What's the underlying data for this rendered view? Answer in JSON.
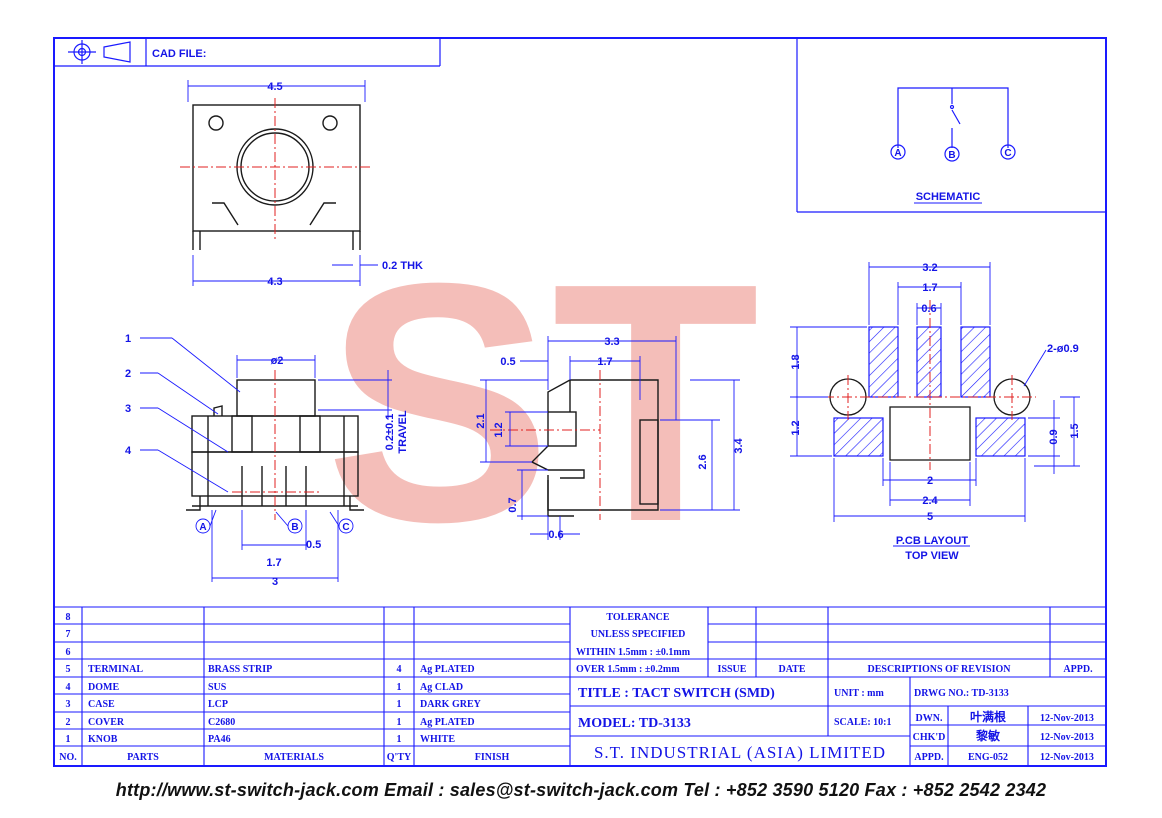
{
  "header": {
    "cad_file_label": "CAD FILE:"
  },
  "dimensions_top": {
    "width_top": "4.5",
    "width_bottom": "4.3",
    "thickness": "0.2 THK"
  },
  "dimensions_side": {
    "knob_dia": "ø2",
    "travel_value": "0.2±0.1",
    "travel_label": "TRAVEL",
    "pin_pitch": "1.7",
    "pin_offset": "0.5",
    "total_width": "3",
    "callouts": [
      "1",
      "2",
      "3",
      "4"
    ],
    "terminals": [
      "A",
      "B",
      "C"
    ]
  },
  "dimensions_end": {
    "d_3_3": "3.3",
    "d_0_5": "0.5",
    "d_1_7": "1.7",
    "d_2_1": "2.1",
    "d_1_2": "1.2",
    "d_0_7": "0.7",
    "d_2_6": "2.6",
    "d_3_4": "3.4",
    "d_0_6": "0.6"
  },
  "pcb_layout": {
    "d_3_2": "3.2",
    "d_1_7": "1.7",
    "d_0_6": "0.6",
    "d_1_8": "1.8",
    "d_1_2": "1.2",
    "holes": "2-ø0.9",
    "d_0_9": "0.9",
    "d_1_5": "1.5",
    "d_2": "2",
    "d_2_4": "2.4",
    "d_5": "5",
    "title": "P.CB LAYOUT",
    "subtitle": "TOP VIEW"
  },
  "schematic": {
    "label": "SCHEMATIC",
    "terminals": [
      "A",
      "B",
      "C"
    ]
  },
  "watermark": {
    "text": "ST",
    "color": "#f4a6a0"
  },
  "parts_table": {
    "rows": [
      {
        "no": "8",
        "part": "",
        "material": "",
        "qty": "",
        "finish": ""
      },
      {
        "no": "7",
        "part": "",
        "material": "",
        "qty": "",
        "finish": ""
      },
      {
        "no": "6",
        "part": "",
        "material": "",
        "qty": "",
        "finish": ""
      },
      {
        "no": "5",
        "part": "TERMINAL",
        "material": "BRASS STRIP",
        "qty": "4",
        "finish": "Ag PLATED"
      },
      {
        "no": "4",
        "part": "DOME",
        "material": "SUS",
        "qty": "1",
        "finish": "Ag CLAD"
      },
      {
        "no": "3",
        "part": "CASE",
        "material": "LCP",
        "qty": "1",
        "finish": "DARK GREY"
      },
      {
        "no": "2",
        "part": "COVER",
        "material": "C2680",
        "qty": "1",
        "finish": "Ag PLATED"
      },
      {
        "no": "1",
        "part": "KNOB",
        "material": "PA46",
        "qty": "1",
        "finish": "WHITE"
      }
    ],
    "headers": {
      "no": "NO.",
      "part": "PARTS",
      "material": "MATERIALS",
      "qty": "Q'TY",
      "finish": "FINISH"
    }
  },
  "title_block": {
    "tolerance_l1": "TOLERANCE",
    "tolerance_l2": "UNLESS SPECIFIED",
    "tolerance_l3": "WITHIN 1.5mm : ±0.1mm",
    "tolerance_l4": "OVER 1.5mm : ±0.2mm",
    "issue": "ISSUE",
    "date": "DATE",
    "descriptions": "DESCRIPTIONS OF REVISION",
    "appd_header": "APPD.",
    "title": "TITLE : TACT SWITCH (SMD)",
    "unit": "UNIT : mm",
    "drwg_no": "DRWG NO.: TD-3133",
    "model": "MODEL: TD-3133",
    "scale": "SCALE: 10:1",
    "dwn_label": "DWN.",
    "dwn_name": "叶满根",
    "dwn_date": "12-Nov-2013",
    "chkd_label": "CHK'D",
    "chkd_name": "黎敏",
    "chkd_date": "12-Nov-2013",
    "appd_label": "APPD.",
    "appd_name": "ENG-052",
    "appd_date": "12-Nov-2013",
    "company": "S.T. INDUSTRIAL (ASIA) LIMITED"
  },
  "footer": {
    "text": "http://www.st-switch-jack.com  Email : sales@st-switch-jack.com  Tel : +852 3590 5120  Fax : +852 2542 2342"
  }
}
